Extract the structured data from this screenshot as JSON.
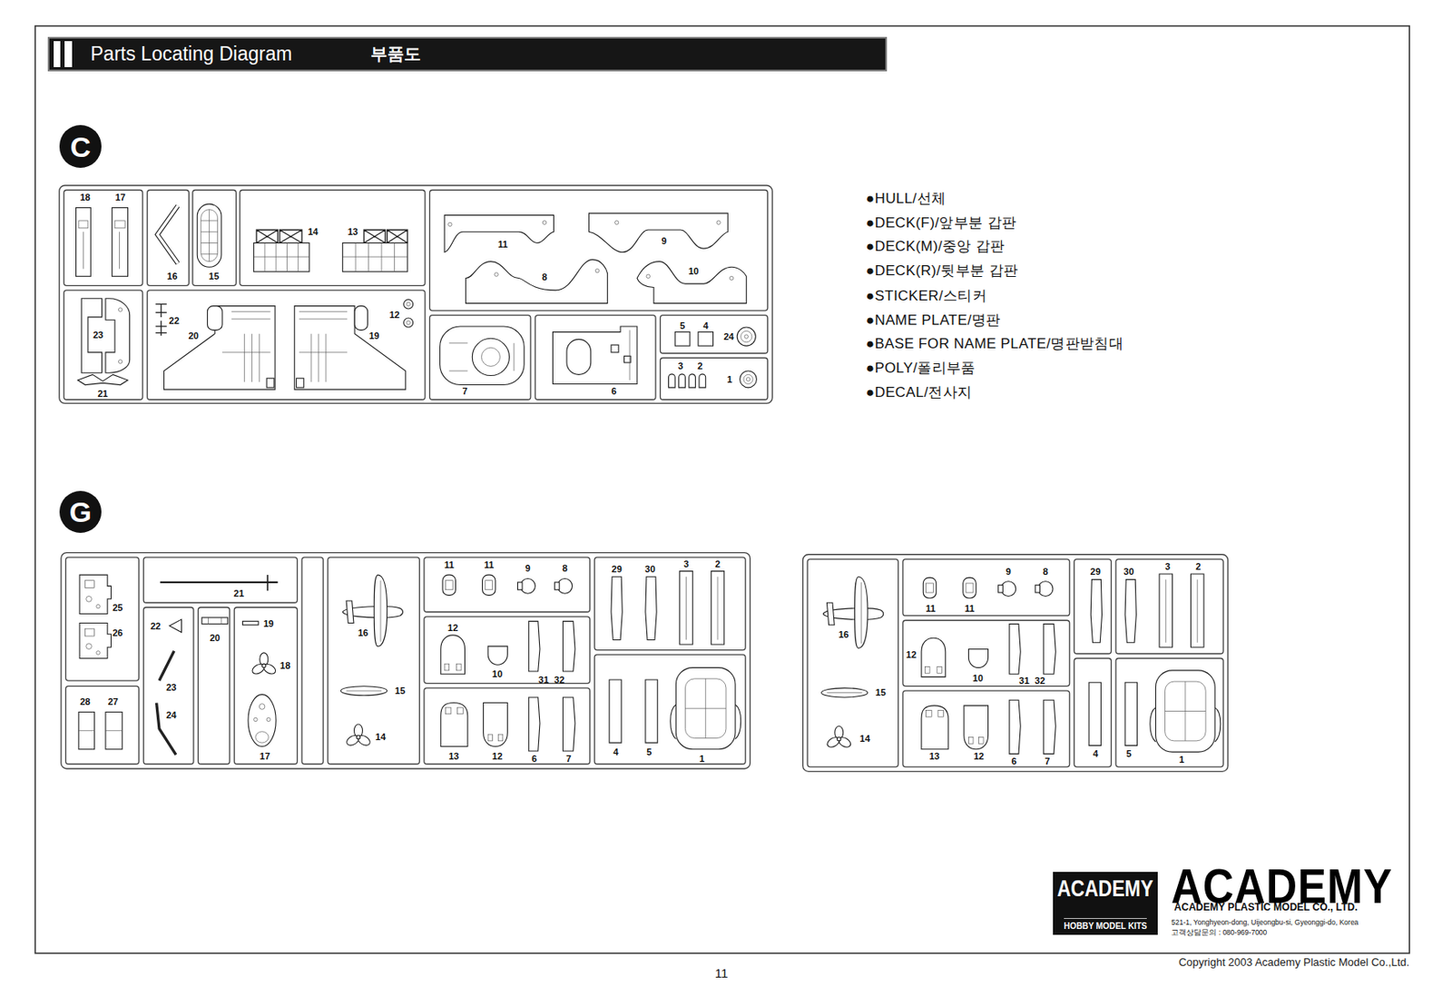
{
  "diagram": {
    "nodes": [
      {
        "text": [
          "Parts Locating Diagram",
          "부품도"
        ]
      },
      {
        "text": [
          "C"
        ]
      },
      {
        "text": [
          "G"
        ]
      },
      {
        "text": [
          "ACADEMY",
          "HOBBY MODEL KITS"
        ]
      }
    ],
    "labels": [
      "18",
      "17",
      "16",
      "15",
      "14",
      "13",
      "11",
      "9",
      "8",
      "10",
      "23",
      "22",
      "20",
      "12",
      "19",
      "21",
      "7",
      "6",
      "5",
      "4",
      "24",
      "3",
      "2",
      "1",
      "●HULL/선체",
      "●DECK(F)/앞부분 갑판",
      "●DECK(M)/중앙 갑판",
      "●DECK(R)/뒷부분 갑판",
      "●STICKER/스티커",
      "●NAME PLATE/명판",
      "●BASE FOR NAME PLATE/명판받침대",
      "●POLY/폴리부품",
      "●DECAL/전사지",
      "25",
      "26",
      "21",
      "22",
      "20",
      "19",
      "18",
      "23",
      "24",
      "17",
      "28",
      "27",
      "16",
      "15",
      "14",
      "11",
      "11",
      "9",
      "8",
      "12",
      "10",
      "31",
      "32",
      "13",
      "12",
      "6",
      "7",
      "29",
      "30",
      "3",
      "2",
      "4",
      "5",
      "1",
      "16",
      "15",
      "14",
      "11",
      "11",
      "9",
      "8",
      "12",
      "10",
      "31",
      "32",
      "13",
      "12",
      "6",
      "7",
      "29",
      "30",
      "3",
      "2",
      "4",
      "5",
      "1",
      "ACADEMY",
      "ACADEMY PLASTIC MODEL CO., LTD.",
      "521-1, Yonghyeon-dong, Uijeongbu-si, Gyeonggi-do, Korea",
      "고객상담문의 : 080-969-7000",
      "11",
      "Copyright 2003 Academy Plastic Model Co.,Ltd."
    ]
  }
}
